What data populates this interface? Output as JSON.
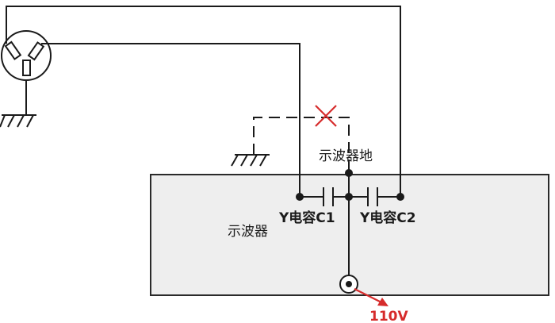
{
  "labels": {
    "scope_ground": "示波器地",
    "scope": "示波器",
    "cap_c1": "Y电容C1",
    "cap_c2": "Y电容C2",
    "voltage": "110V"
  },
  "colors": {
    "wire": "#1a1a1a",
    "box_fill": "#eeeeee",
    "box_stroke": "#2a2a2a",
    "cross": "#d62b2b",
    "voltage": "#d62b2b"
  },
  "icons": {
    "outlet": "three-pin-outlet-icon",
    "ground": "earth-ground-icon",
    "probe": "bnc-connector-icon",
    "broken": "red-cross-icon"
  }
}
